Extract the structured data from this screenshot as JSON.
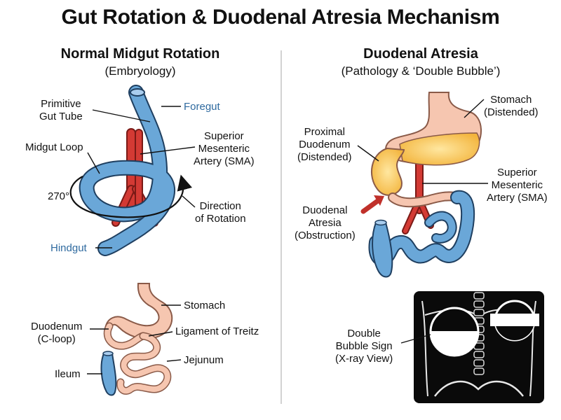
{
  "title": "Gut Rotation & Duodenal Atresia Mechanism",
  "left_panel": {
    "title": "Normal Midgut Rotation",
    "subtitle": "(Embryology)",
    "labels": {
      "primitive_gut_tube": [
        "Primitive",
        "Gut Tube"
      ],
      "foregut": "Foregut",
      "sma": [
        "Superior",
        "Mesenteric",
        "Artery (SMA)"
      ],
      "midgut_loop": "Midgut Loop",
      "rotation_degrees": "270°",
      "direction": [
        "Direction",
        "of Rotation"
      ],
      "hindgut": "Hindgut",
      "stomach": "Stomach",
      "duodenum": [
        "Duodenum",
        "(C-loop)"
      ],
      "ligament": "Ligament of Treitz",
      "jejunum": "Jejunum",
      "ileum": "Ileum"
    }
  },
  "right_panel": {
    "title": "Duodenal Atresia",
    "subtitle": "(Pathology & ‘Double Bubble’)",
    "labels": {
      "stomach": [
        "Stomach",
        "(Distended)"
      ],
      "proximal_duodenum": [
        "Proximal",
        "Duodenum",
        "(Distended)"
      ],
      "sma": [
        "Superior",
        "Mesenteric",
        "Artery (SMA)"
      ],
      "atresia": [
        "Duodenal",
        "Atresia",
        "(Obstruction)"
      ],
      "double_bubble": [
        "Double",
        "Bubble Sign",
        "(X-ray View)"
      ]
    }
  },
  "colors": {
    "gut_blue": "#6aa7d8",
    "outline": "#1f3f60",
    "artery_red": "#d33a34",
    "tissue_pink": "#f6c6b0",
    "distended_yellow": "#f7c75c",
    "arrow_red": "#c0302a",
    "xray_black": "#0a0a0a"
  }
}
